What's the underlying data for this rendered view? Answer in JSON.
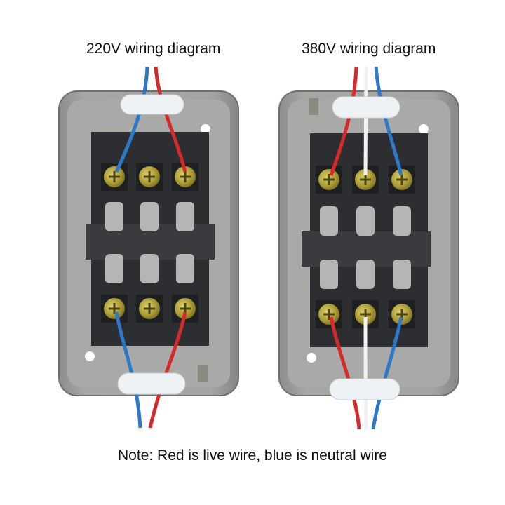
{
  "panels": [
    {
      "title": "220V wiring diagram",
      "wires": [
        "blue",
        "red",
        "blue",
        "red"
      ]
    },
    {
      "title": "380V wiring diagram",
      "wires": [
        "red",
        "white",
        "blue",
        "red",
        "white",
        "blue"
      ]
    }
  ],
  "note": "Note: Red is live wire, blue is neutral wire",
  "colors": {
    "box": "#9a9a98",
    "box_inner": "#a8a8a6",
    "terminal_block": "#2d2e31",
    "screw_brass": "#a99a33",
    "wire_red": "#d42a2a",
    "wire_blue": "#2f78c8",
    "wire_white": "#f2f2f2",
    "grommet": "#eef2f4"
  }
}
